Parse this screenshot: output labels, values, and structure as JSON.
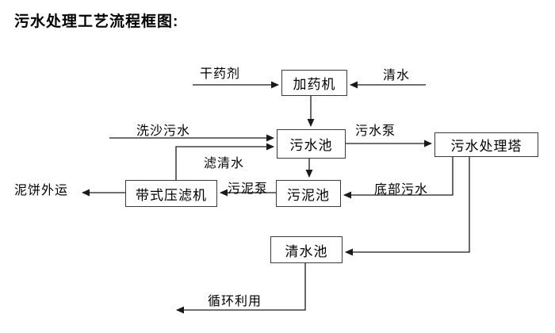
{
  "title": "污水处理工艺流程框图:",
  "nodes": {
    "dosing_machine": "加药机",
    "sewage_pool": "污水池",
    "treatment_tower": "污水处理塔",
    "belt_filter_press": "带式压滤机",
    "sludge_pool": "污泥池",
    "clean_water_pool": "清水池"
  },
  "labels": {
    "dry_chemical": "干药剂",
    "clean_water": "清水",
    "sand_wash_sewage": "洗沙污水",
    "filtered_water": "滤清水",
    "sewage_pump": "污水泵",
    "bottom_sewage": "底部污水",
    "sludge_pump": "污泥泵",
    "mud_cake_out": "泥饼外运",
    "recycle_use": "循环利用"
  },
  "colors": {
    "line": "#1a1a1a",
    "box_border": "#3a3a3a",
    "text": "#000000",
    "background": "#ffffff"
  }
}
